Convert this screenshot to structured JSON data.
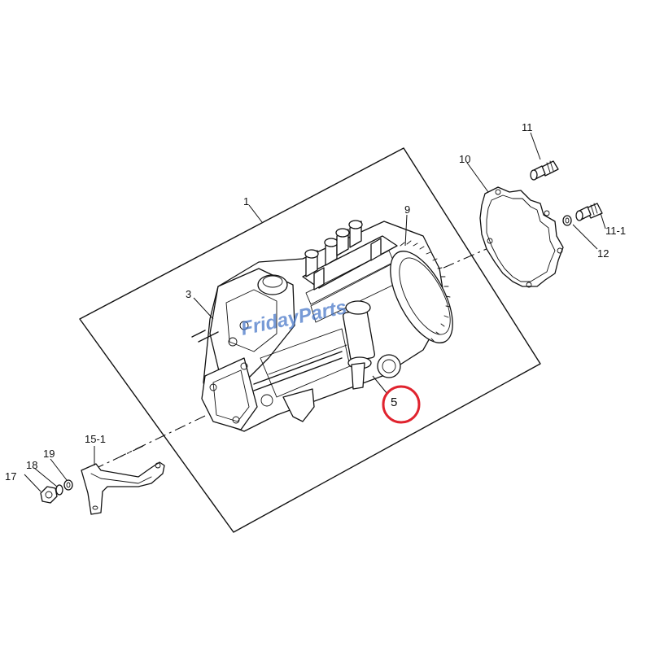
{
  "labels": {
    "l1": "1",
    "l3": "3",
    "l5": "5",
    "l9": "9",
    "l10": "10",
    "l11": "11",
    "l11_1": "11-1",
    "l12": "12",
    "l15_1": "15-1",
    "l17": "17",
    "l18": "18",
    "l19": "19"
  },
  "watermark": "FridayParts",
  "highlight_color": "#e0232e"
}
